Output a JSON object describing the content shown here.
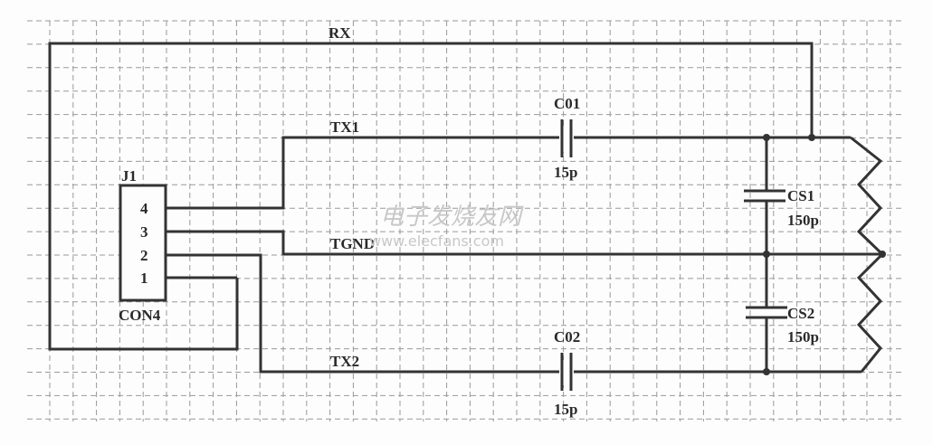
{
  "title": "RS-485 / serial connector circuit",
  "connector": {
    "ref": "J1",
    "part": "CON4",
    "pins": [
      "4",
      "3",
      "2",
      "1"
    ]
  },
  "nets": {
    "rx": "RX",
    "tx1": "TX1",
    "tgnd": "TGND",
    "tx2": "TX2"
  },
  "components": {
    "c01": {
      "ref": "C01",
      "value": "15p"
    },
    "c02": {
      "ref": "C02",
      "value": "15p"
    },
    "cs1": {
      "ref": "CS1",
      "value": "150p"
    },
    "cs2": {
      "ref": "CS2",
      "value": "150p"
    }
  },
  "watermark": {
    "cn": "电子发烧友网",
    "url": "www.elecfans.com"
  },
  "colors": {
    "wire": "#333333",
    "grid": "#999999"
  }
}
